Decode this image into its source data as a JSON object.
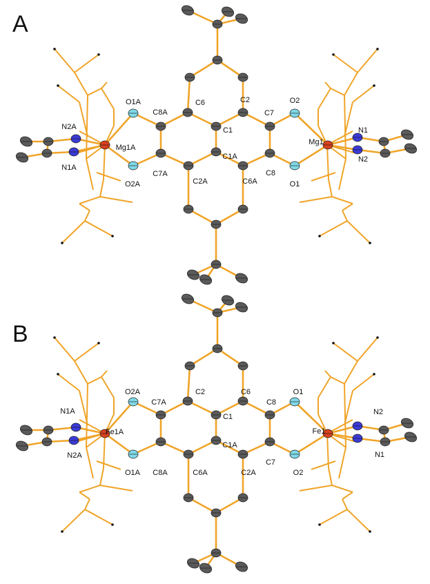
{
  "colors": {
    "bond": "#f0a428",
    "carbon": "#5a5a5a",
    "oxygen": "#7fd8e6",
    "nitrogen": "#3b3bd6",
    "metal": "#d8401e",
    "text": "#111111"
  },
  "panel_A": {
    "panel_label": "A",
    "labels": {
      "O1A": "O1A",
      "C8A": "C8A",
      "C6": "C6",
      "C2": "C2",
      "C7": "C7",
      "O2": "O2",
      "C1": "C1",
      "C1A": "C1A",
      "C7A": "C7A",
      "O2A": "O2A",
      "C2A": "C2A",
      "C6A": "C6A",
      "C8": "C8",
      "O1": "O1",
      "Mg1A": "Mg1A",
      "N2A": "N2A",
      "N1A": "N1A",
      "Mg1": "Mg1",
      "N1": "N1",
      "N2": "N2"
    }
  },
  "panel_B": {
    "panel_label": "B",
    "labels": {
      "N1A": "N1A",
      "Fe1A": "Fe1A",
      "N2A": "N2A",
      "O2A": "O2A",
      "C7A": "C7A",
      "C2": "C2",
      "C6": "C6",
      "C8": "C8",
      "O1": "O1",
      "C1": "C1",
      "C1A": "C1A",
      "O1A": "O1A",
      "C8A": "C8A",
      "C6A": "C6A",
      "C2A": "C2A",
      "C7": "C7",
      "O2": "O2",
      "Fe1": "Fe1",
      "N2": "N2",
      "N1": "N1"
    }
  }
}
